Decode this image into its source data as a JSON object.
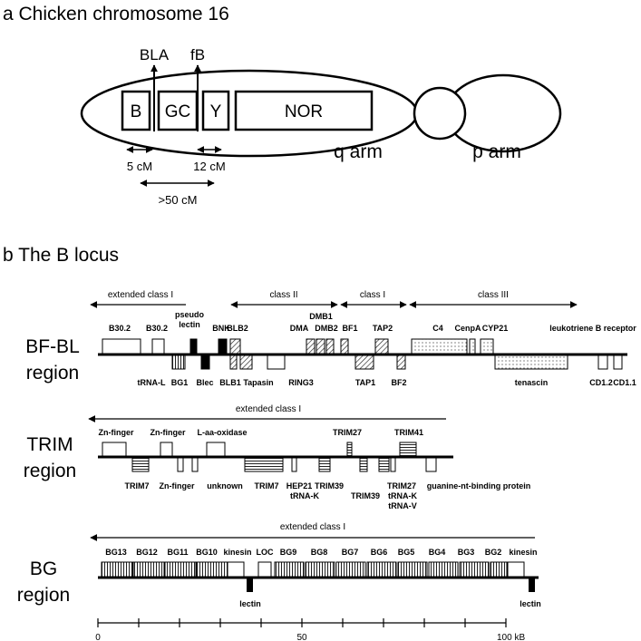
{
  "panel_a": {
    "title": "a Chicken chromosome 16",
    "regions": [
      "B",
      "GC",
      "Y",
      "NOR"
    ],
    "markers": [
      "BLA",
      "fB"
    ],
    "distances": [
      "5 cM",
      "12 cM",
      ">50 cM"
    ],
    "q_arm": "q arm",
    "p_arm": "p arm"
  },
  "panel_b": {
    "title": "b The B locus",
    "bfbl": {
      "label_line1": "BF-BL",
      "label_line2": "region",
      "classes": [
        "extended class I",
        "class II",
        "class I",
        "class III"
      ],
      "genes_above": [
        "B30.2",
        "B30.2",
        "pseudo",
        "lectin",
        "BNK",
        "BLB2",
        "DMA",
        "DMB1",
        "DMB2",
        "BF1",
        "TAP2",
        "C4",
        "CenpA",
        "CYP21",
        "leukotriene B receptor"
      ],
      "genes_below": [
        "tRNA-L",
        "BG1",
        "Blec",
        "BLB1",
        "Tapasin",
        "RING3",
        "TAP1",
        "BF2",
        "tenascin",
        "CD1.2",
        "CD1.1"
      ]
    },
    "trim": {
      "label_line1": "TRIM",
      "label_line2": "region",
      "classes": [
        "extended class I"
      ],
      "genes_above": [
        "Zn-finger",
        "Zn-finger",
        "L-aa-oxidase",
        "TRIM27",
        "TRIM41"
      ],
      "genes_below": [
        "TRIM7",
        "Zn-finger",
        "unknown",
        "TRIM7",
        "HEP21",
        "tRNA-K",
        "TRIM39",
        "TRIM39",
        "TRIM27",
        "tRNA-K",
        "tRNA-V",
        "guanine-nt-binding protein"
      ]
    },
    "bg": {
      "label_line1": "BG",
      "label_line2": "region",
      "classes": [
        "extended class I"
      ],
      "genes_above": [
        "BG13",
        "BG12",
        "BG11",
        "BG10",
        "kinesin",
        "LOC",
        "BG9",
        "BG8",
        "BG7",
        "BG6",
        "BG5",
        "BG4",
        "BG3",
        "BG2",
        "kinesin"
      ],
      "genes_below": [
        "lectin",
        "lectin"
      ]
    },
    "scale": {
      "ticks": [
        "0",
        "50",
        "100 kB"
      ]
    }
  }
}
